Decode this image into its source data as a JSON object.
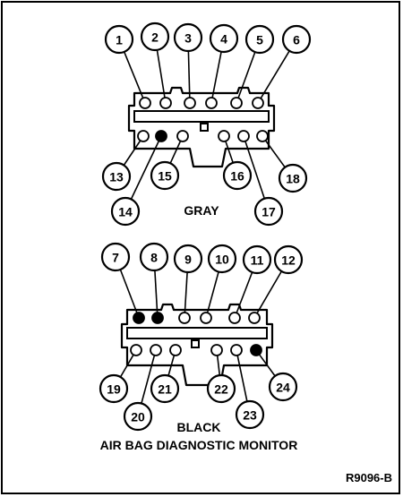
{
  "gray_connector": {
    "label": "GRAY",
    "pins": [
      {
        "number": "1",
        "filled": false
      },
      {
        "number": "2",
        "filled": false
      },
      {
        "number": "3",
        "filled": false
      },
      {
        "number": "4",
        "filled": false
      },
      {
        "number": "5",
        "filled": false
      },
      {
        "number": "6",
        "filled": false
      },
      {
        "number": "13",
        "filled": false
      },
      {
        "number": "14",
        "filled": true
      },
      {
        "number": "15",
        "filled": false
      },
      {
        "number": "16",
        "filled": false
      },
      {
        "number": "17",
        "filled": false
      },
      {
        "number": "18",
        "filled": false
      }
    ]
  },
  "black_connector": {
    "label": "BLACK",
    "pins": [
      {
        "number": "7",
        "filled": true
      },
      {
        "number": "8",
        "filled": true
      },
      {
        "number": "9",
        "filled": false
      },
      {
        "number": "10",
        "filled": false
      },
      {
        "number": "11",
        "filled": false
      },
      {
        "number": "12",
        "filled": false
      },
      {
        "number": "19",
        "filled": false
      },
      {
        "number": "20",
        "filled": false
      },
      {
        "number": "21",
        "filled": false
      },
      {
        "number": "22",
        "filled": false
      },
      {
        "number": "23",
        "filled": false
      },
      {
        "number": "24",
        "filled": true
      }
    ]
  },
  "caption": "AIR BAG DIAGNOSTIC MONITOR",
  "reference_code": "R9096-B",
  "colors": {
    "line": "#000000",
    "background": "#ffffff",
    "filled_pin": "#000000"
  }
}
